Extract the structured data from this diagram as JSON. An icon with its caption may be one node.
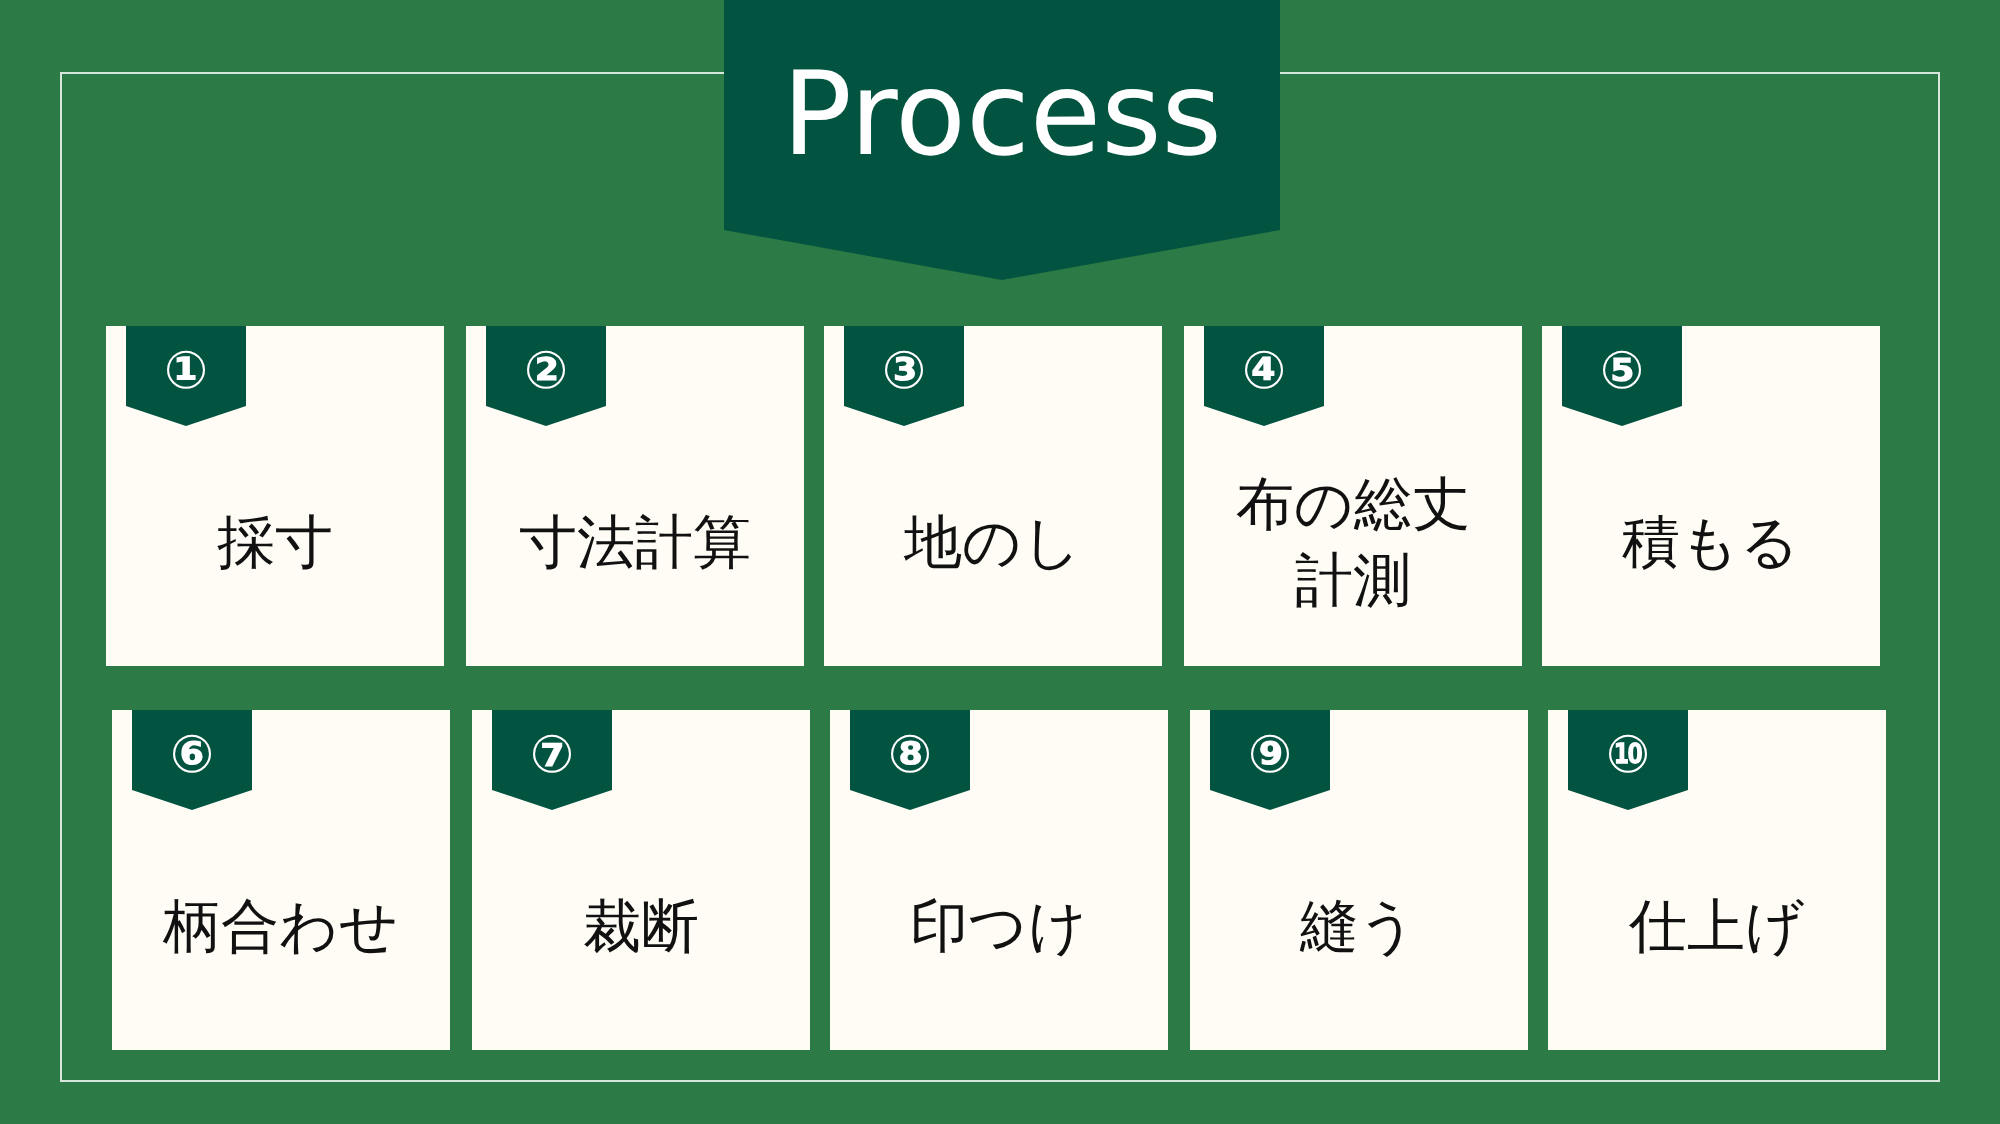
{
  "diagram": {
    "title": "Process",
    "nodes": [
      {
        "text": [
          "①",
          "採寸"
        ]
      },
      {
        "text": [
          "②",
          "寸法計算"
        ]
      },
      {
        "text": [
          "③",
          "地のし"
        ]
      },
      {
        "text": [
          "④",
          "布の総丈計測"
        ]
      },
      {
        "text": [
          "⑤",
          "積もる"
        ]
      },
      {
        "text": [
          "⑥",
          "柄合わせ"
        ]
      },
      {
        "text": [
          "⑦",
          "裁断"
        ]
      },
      {
        "text": [
          "⑧",
          "印つけ"
        ]
      },
      {
        "text": [
          "⑨",
          "縫う"
        ]
      },
      {
        "text": [
          "⑩",
          "仕上げ"
        ]
      }
    ]
  }
}
